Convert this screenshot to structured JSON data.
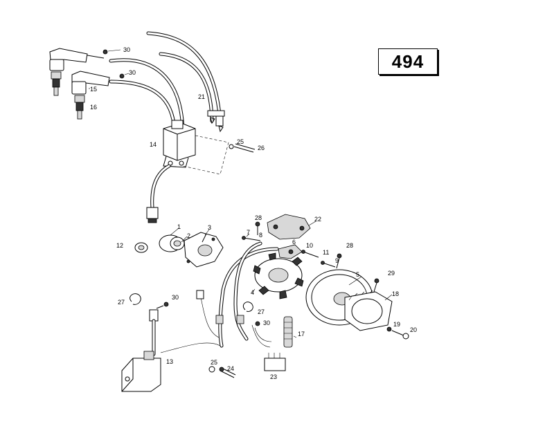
{
  "page_number": "494",
  "callouts": {
    "c1": "1",
    "c2": "2",
    "c3": "3",
    "c4": "4",
    "c5": "5",
    "c6": "6",
    "c7": "7",
    "c8": "8",
    "c9": "9",
    "c10": "10",
    "c11": "11",
    "c12": "12",
    "c13": "13",
    "c14": "14",
    "c15": "15",
    "c16": "16",
    "c17": "17",
    "c18": "18",
    "c19": "19",
    "c20": "20",
    "c21": "21",
    "c22": "22",
    "c23": "23",
    "c24": "24",
    "c25a": "25",
    "c25b": "25",
    "c26": "26",
    "c27a": "27",
    "c27b": "27",
    "c28a": "28",
    "c28b": "28",
    "c29": "29",
    "c30a": "30",
    "c30b": "30",
    "c30c": "30",
    "c30d": "30"
  }
}
